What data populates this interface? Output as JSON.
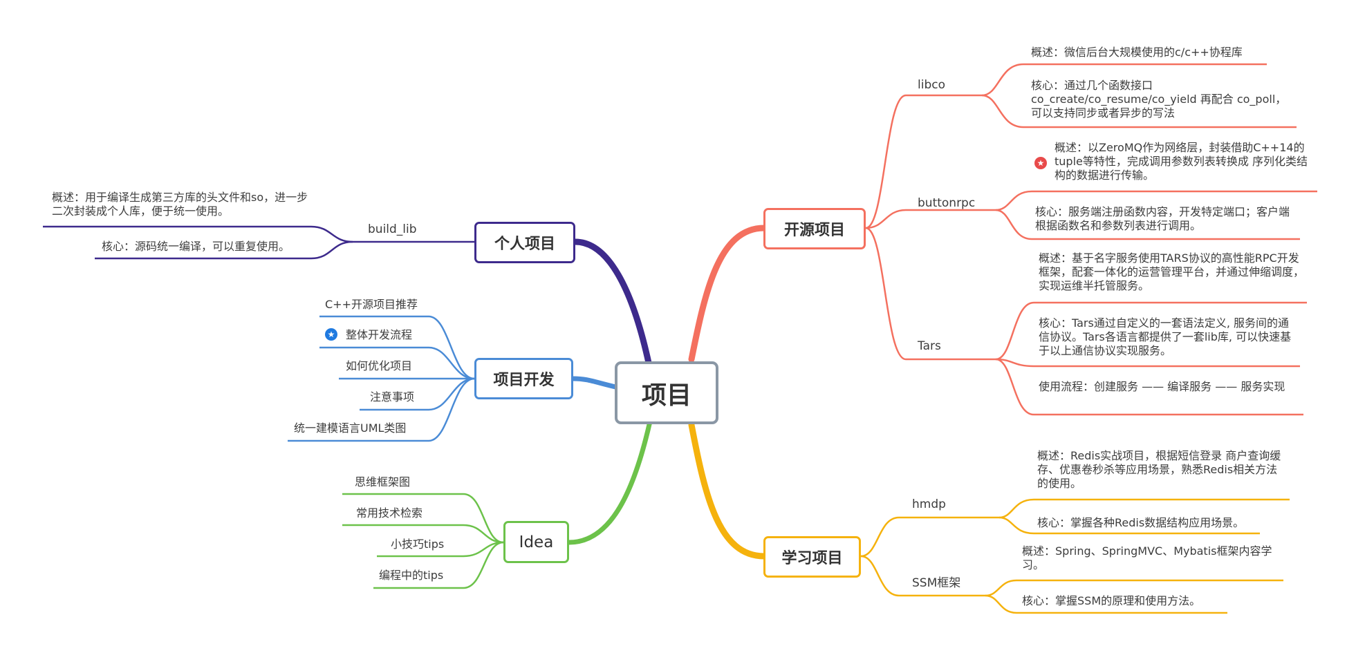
{
  "center": "项目",
  "open_source": {
    "title": "开源项目",
    "libco": {
      "label": "libco",
      "overview": "概述：微信后台大规模使用的c/c++协程库",
      "core": "核心：通过几个函数接口 co_create/co_resume/co_yield 再配合 co_poll，可以支持同步或者异步的写法"
    },
    "buttonrpc": {
      "label": "buttonrpc",
      "overview": "概述：以ZeroMQ作为网络层，封装借助C++14的tuple等特性，完成调用参数列表转换成 序列化类结构的数据进行传输。",
      "core": "核心：服务端注册函数内容，开发特定端口；客户端根据函数名和参数列表进行调用。"
    },
    "tars": {
      "label": "Tars",
      "overview": "概述：基于名字服务使用TARS协议的高性能RPC开发框架，配套一体化的运营管理平台，并通过伸缩调度，实现运维半托管服务。",
      "core": "核心：Tars通过自定义的一套语法定义, 服务间的通信协议。Tars各语言都提供了一套lib库, 可以快速基于以上通信协议实现服务。",
      "usage": "使用流程：创建服务 —— 编译服务 —— 服务实现"
    }
  },
  "learning": {
    "title": "学习项目",
    "hmdp": {
      "label": "hmdp",
      "overview": "概述：Redis实战项目，根据短信登录 商户查询缓存、优惠卷秒杀等应用场景，熟悉Redis相关方法的使用。",
      "core": "核心：掌握各种Redis数据结构应用场景。"
    },
    "ssm": {
      "label": "SSM框架",
      "overview": "概述：Spring、SpringMVC、Mybatis框架内容学习。",
      "core": "核心：掌握SSM的原理和使用方法。"
    }
  },
  "personal": {
    "title": "个人项目",
    "build_lib": {
      "label": "build_lib",
      "overview": "概述：用于编译生成第三方库的头文件和so，进一步二次封装成个人库，便于统一使用。",
      "core": "核心：源码统一编译，可以重复使用。"
    }
  },
  "dev": {
    "title": "项目开发",
    "items": [
      "C++开源项目推荐",
      "整体开发流程",
      "如何优化项目",
      "注意事项",
      "统一建模语言UML类图"
    ]
  },
  "idea": {
    "title": "Idea",
    "items": [
      "思维框架图",
      "常用技术检索",
      "小技巧tips",
      "编程中的tips"
    ]
  },
  "colors": {
    "open_source": "#f4705f",
    "learning": "#f5b20d",
    "personal": "#3d2a8c",
    "dev": "#4a8bd6",
    "idea": "#6cc24a",
    "center_border": "#8a97a5",
    "star_red": "#e84a4a",
    "star_blue": "#1f7ae0"
  },
  "icons": {
    "buttonrpc_star": "star-badge-icon",
    "dev_flow_star": "star-badge-icon"
  }
}
